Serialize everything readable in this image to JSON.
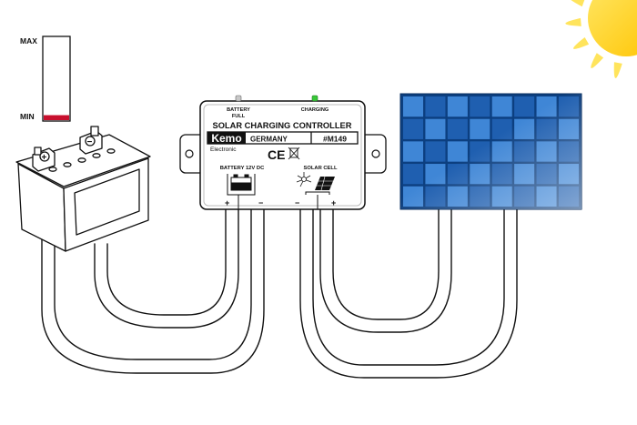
{
  "level_meter": {
    "max_label": "MAX",
    "min_label": "MIN",
    "charge_fraction": 0.06,
    "fill_color": "#c8102e"
  },
  "battery": {
    "plus_symbol": "+",
    "minus_symbol": "−"
  },
  "controller": {
    "led_battery_full_line1": "BATTERY",
    "led_battery_full_line2": "FULL",
    "led_charging": "CHARGING",
    "title": "SOLAR CHARGING CONTROLLER",
    "brand": "Kemo",
    "brand_sub": "Electronic",
    "country": "GERMANY",
    "model": "#M149",
    "ce_mark": "CE",
    "battery_label": "BATTERY 12V DC",
    "solar_label": "SOLAR CELL",
    "battery_plus": "+",
    "battery_minus": "−",
    "solar_minus": "−",
    "solar_plus": "+",
    "led_full_color": "#c8c8c8",
    "led_charging_color": "#37c837"
  },
  "solar_panel": {
    "rows": 5,
    "cols": 8,
    "cell_color": "#1f5fb0",
    "cell_highlight": "#3f86d6"
  },
  "sun": {
    "color": "#ffd31a",
    "ray_color": "#ffe45c"
  },
  "colors": {
    "line": "#111111",
    "cable_fill": "#ffffff",
    "controller_shadow": "#d6d6d6"
  }
}
